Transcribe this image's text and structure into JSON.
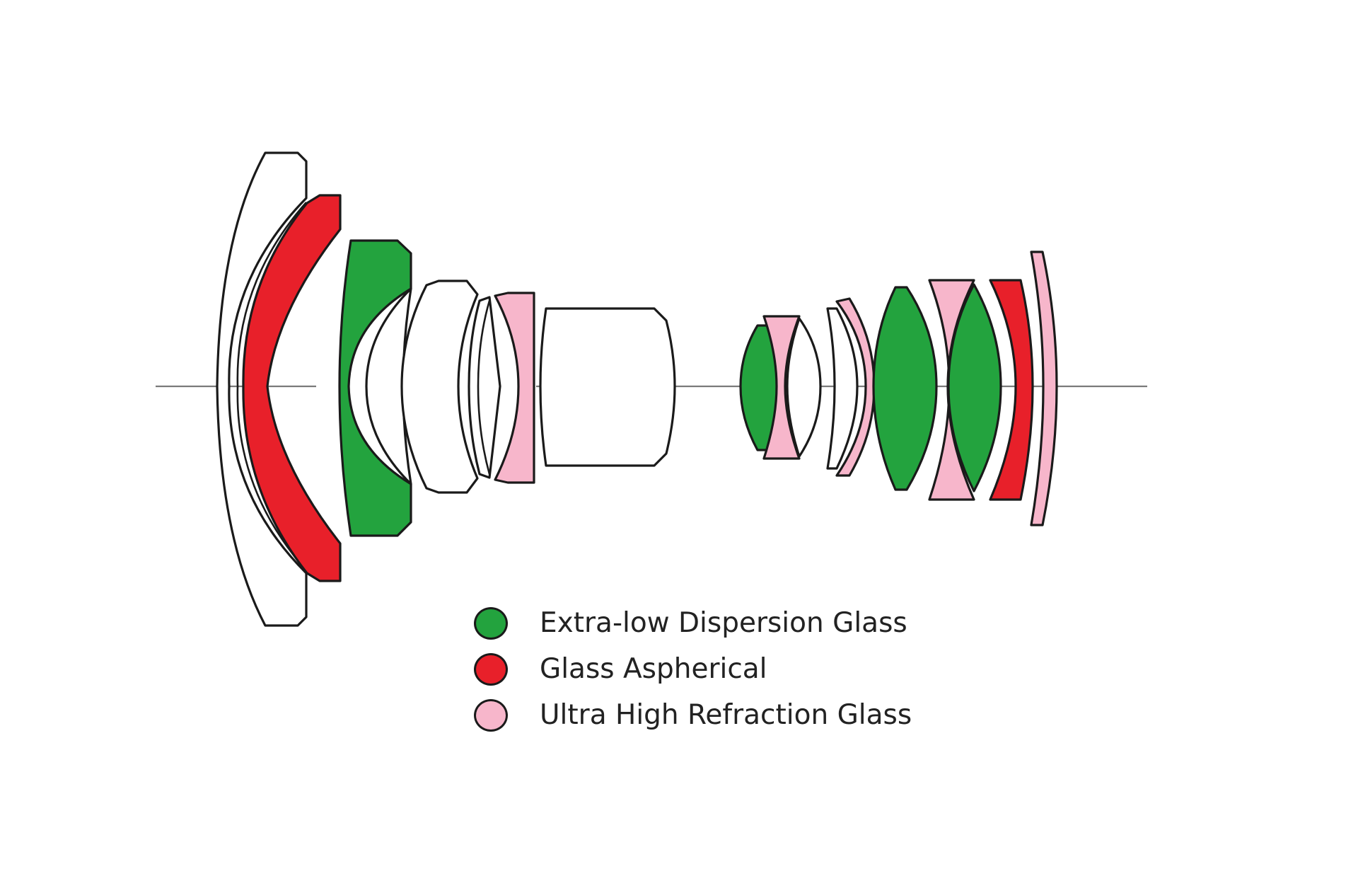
{
  "colors": {
    "ed_glass": "#23a33e",
    "aspherical": "#e8202a",
    "uhr_glass": "#f7b6cb",
    "plain_glass": "#ffffff",
    "outline": "#1a1a1a",
    "optical_axis": "#7a7a7a"
  },
  "legend": {
    "items": [
      {
        "label": "Extra-low Dispersion Glass",
        "color": "#23a33e"
      },
      {
        "label": "Glass Aspherical",
        "color": "#e8202a"
      },
      {
        "label": "Ultra High Refraction Glass",
        "color": "#f7b6cb"
      }
    ]
  }
}
